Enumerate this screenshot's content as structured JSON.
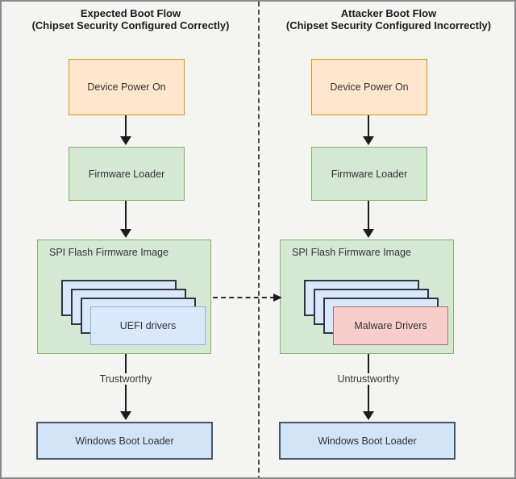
{
  "columns": [
    {
      "header_line1": "Expected Boot Flow",
      "header_line2": "(Chipset Security Configured Correctly)",
      "power_box_label": "Device Power On",
      "firmware_box_label": "Firmware Loader",
      "spi_container_label": "SPI Flash Firmware Image",
      "front_card_label": "UEFI drivers",
      "trust_label": "Trustworthy",
      "boot_loader_label": "Windows Boot Loader"
    },
    {
      "header_line1": "Attacker Boot Flow",
      "header_line2": "(Chipset Security Configured Incorrectly)",
      "power_box_label": "Device Power On",
      "firmware_box_label": "Firmware Loader",
      "spi_container_label": "SPI Flash Firmware Image",
      "front_card_label": "Malware Drivers",
      "trust_label": "Untrustworthy",
      "boot_loader_label": "Windows Boot Loader"
    }
  ],
  "colors": {
    "background": "#f4f4f3",
    "power_fill": "#ffe6cc",
    "power_stroke": "#d79b00",
    "green_fill": "#d5e8d4",
    "green_stroke": "#82b366",
    "card_fill": "#dae8fc",
    "card_stroke": "#2f3640",
    "uefi_card_stroke": "#97b1d4",
    "malware_fill": "#f8cecc",
    "malware_stroke": "#a8706d",
    "boot_loader_fill": "#d2e4f7",
    "boot_loader_stroke": "#4a5562",
    "arrow": "#1c1c1c",
    "divider": "#4a4a4a"
  }
}
